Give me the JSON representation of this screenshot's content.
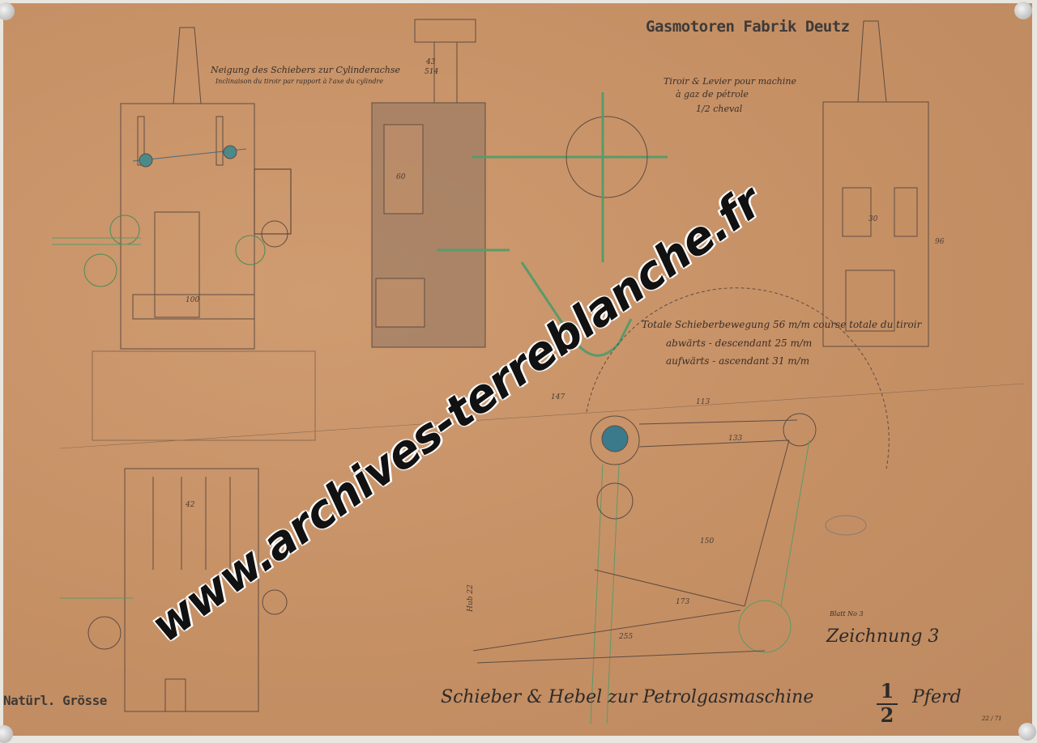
{
  "sheet": {
    "company_header": "Gasmotoren Fabrik Deutz",
    "french_note": [
      "Tiroir & Levier pour machine",
      "à gaz de pétrole",
      "1/2 cheval"
    ],
    "inclination_note": {
      "german": "Neigung des Schiebers zur Cylinderachse",
      "ratio_num": "43",
      "ratio_den": "514",
      "french": "Inclinaison du tiroir par rapport à l'axe du cylindre"
    },
    "travel_note": {
      "total": "Totale Schieberbewegung 56 m/m course totale du tiroir",
      "down": "abwärts - descendant 25 m/m",
      "up": "aufwärts - ascendant 31 m/m"
    },
    "sheet_number_small": "Blatt No 3",
    "drawing_number": "Zeichnung 3",
    "main_title": "Schieber & Hebel zur Petrolgasmaschine",
    "fraction_num": "1",
    "fraction_den": "2",
    "unit": "Pferd",
    "scale_note": "Natürl. Grösse",
    "corner_mark": "22 / 71"
  },
  "dimensions": [
    "147",
    "113",
    "133",
    "150",
    "173",
    "255",
    "100",
    "60",
    "30",
    "96",
    "42",
    "Hub 22"
  ],
  "watermark": "www.archives-terreblanche.fr",
  "colors": {
    "paper": "#c9946a",
    "ink": "#5a4a40",
    "green": "#6a9a6a",
    "blue": "#3a7a8a"
  }
}
